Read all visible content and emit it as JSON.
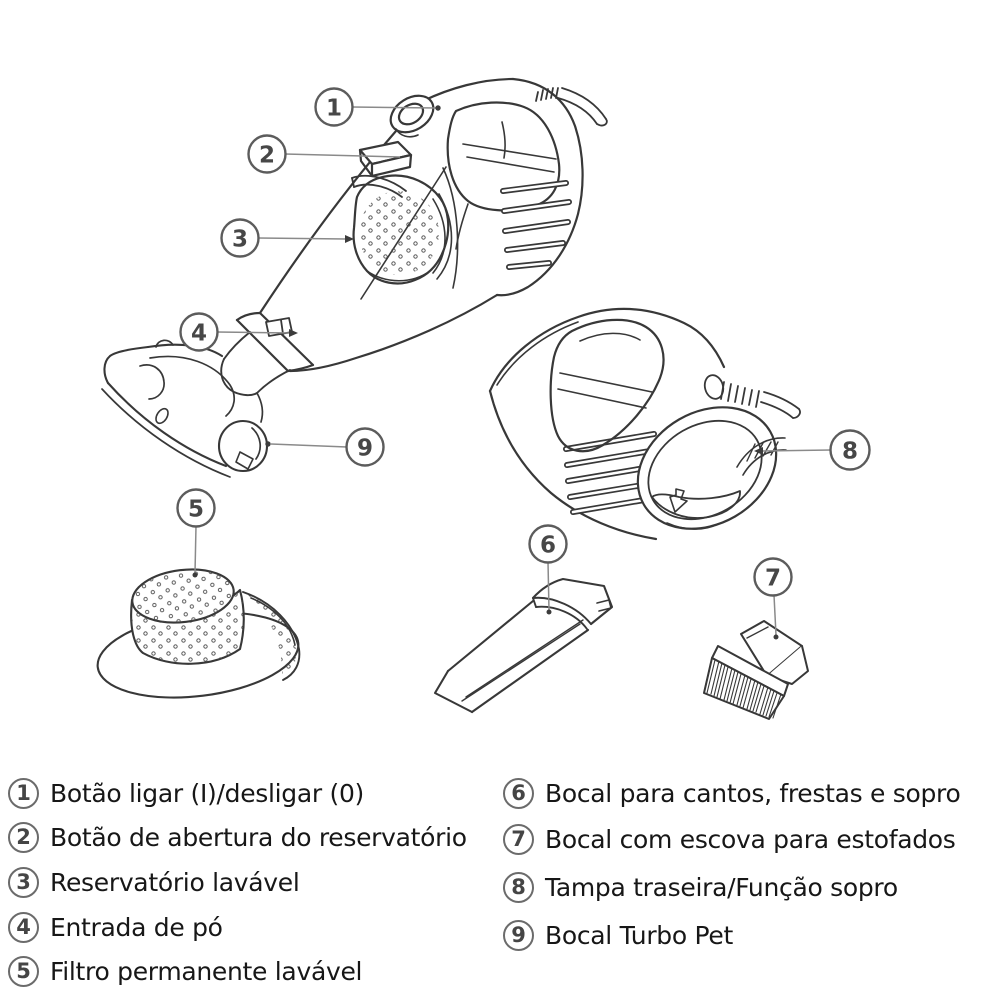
{
  "diagram": {
    "callouts": [
      {
        "num": "1"
      },
      {
        "num": "2"
      },
      {
        "num": "3"
      },
      {
        "num": "4"
      },
      {
        "num": "5"
      },
      {
        "num": "6"
      },
      {
        "num": "7"
      },
      {
        "num": "8"
      },
      {
        "num": "9"
      }
    ]
  },
  "legend": {
    "left": [
      {
        "num": "1",
        "label": "Botão ligar (I)/desligar (0)"
      },
      {
        "num": "2",
        "label": "Botão de abertura do reservatório"
      },
      {
        "num": "3",
        "label": "Reservatório lavável"
      },
      {
        "num": "4",
        "label": "Entrada de pó"
      },
      {
        "num": "5",
        "label": "Filtro permanente lavável"
      }
    ],
    "right": [
      {
        "num": "6",
        "label": "Bocal para cantos, frestas e sopro"
      },
      {
        "num": "7",
        "label": "Bocal com escova para estofados"
      },
      {
        "num": "8",
        "label": "Tampa traseira/Função sopro"
      },
      {
        "num": "9",
        "label": "Bocal Turbo Pet"
      }
    ]
  },
  "colors": {
    "ink": "#383838",
    "leader": "#8a8a8a",
    "callout_stroke": "#5c5c5c",
    "callout_number": "#474747",
    "legend_text": "#171717",
    "background": "#ffffff"
  }
}
